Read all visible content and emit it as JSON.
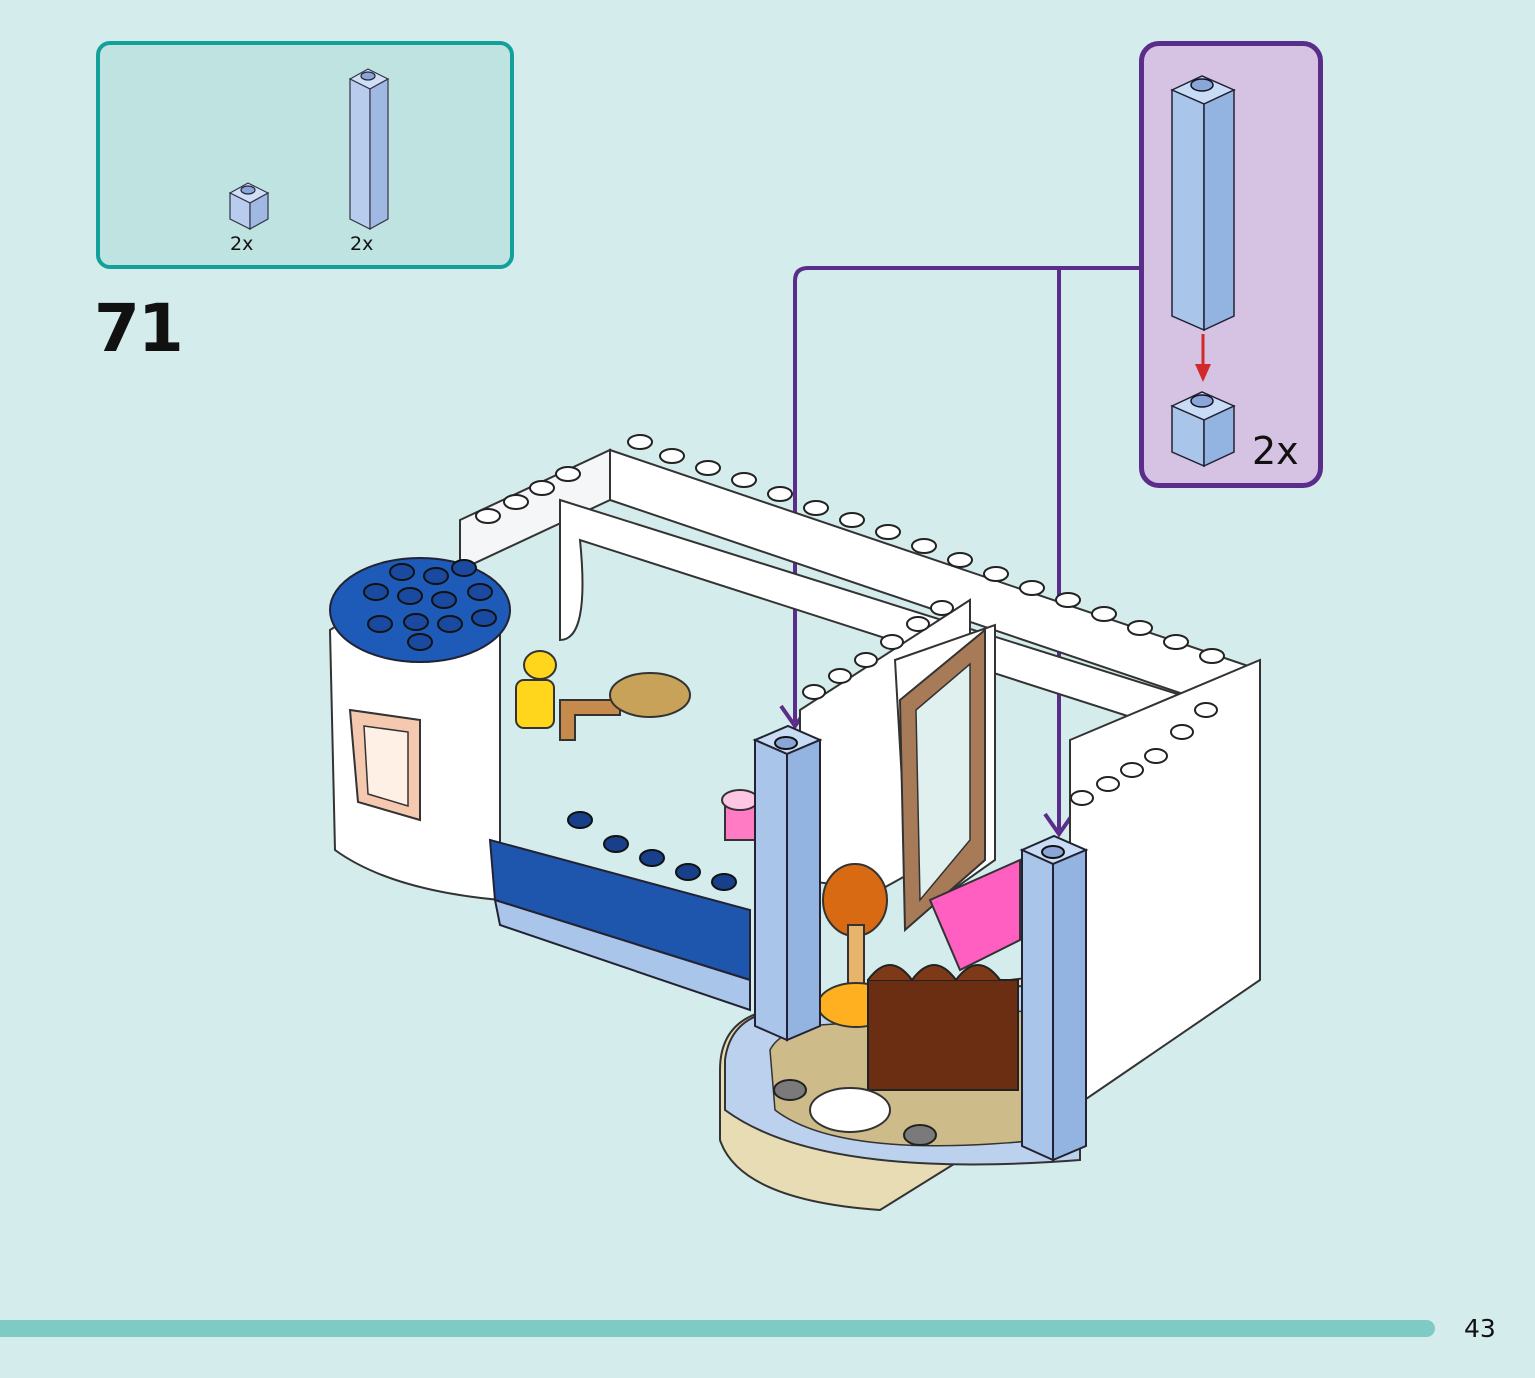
{
  "parts_list": {
    "items": [
      {
        "qty": "2x",
        "icon": "light-blue-1x1-brick-icon"
      },
      {
        "qty": "2x",
        "icon": "light-blue-1x1x5-brick-icon"
      }
    ]
  },
  "step": {
    "number": "71"
  },
  "callout": {
    "qty": "2x",
    "icon": "brick-stack-assembly-icon"
  },
  "page": {
    "number": "43"
  },
  "colors": {
    "page_bg": "#d4eceb",
    "parts_border": "#14a09a",
    "callout_border": "#5b2d8a",
    "callout_bg": "#d6c3e3",
    "brick_light_blue": "#a9c6ea",
    "footer_bar": "#7ecbc5"
  }
}
